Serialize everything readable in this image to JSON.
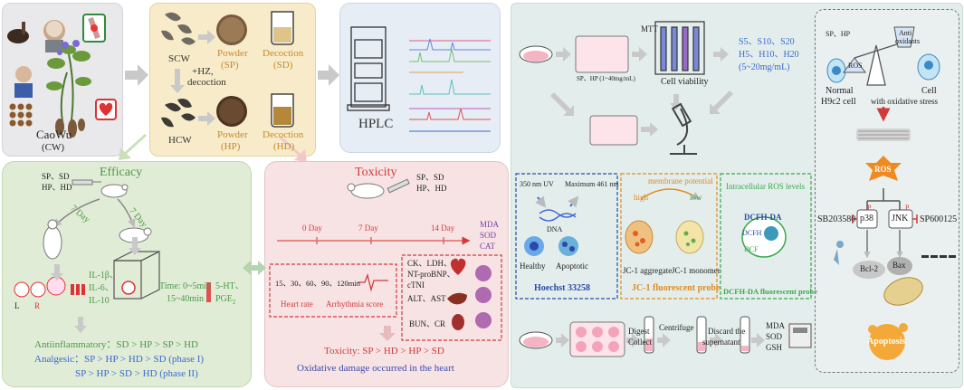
{
  "cw": {
    "name": "CaoWu",
    "abbr": "(CW)"
  },
  "processing": {
    "scw": "SCW",
    "hz_line1": "+HZ,",
    "hz_line2": "decoction",
    "hcw": "HCW",
    "powder_sp_1": "Powder",
    "powder_sp_2": "(SP)",
    "decoction_sd_1": "Decoction",
    "decoction_sd_2": "(SD)",
    "powder_hp_1": "Powder",
    "powder_hp_2": "(HP)",
    "decoction_hd_1": "Decoction",
    "decoction_hd_2": "(HD)"
  },
  "hplc": {
    "label": "HPLC"
  },
  "efficacy": {
    "title": "Efficacy",
    "dose_1": "SP、SD",
    "dose_2": "HP、HD",
    "day_left": "7 Day",
    "day_right": "7 Day",
    "paw_l": "L",
    "paw_r": "R",
    "il1": "IL-1β、",
    "il6": "IL-6、",
    "il10": "IL-10",
    "time_1": "Time: 0~5min",
    "time_2": "15~40min",
    "ht_1": "5-HT、",
    "ht_2": "PGE",
    "ht_sub": "2",
    "anti": "Antiinflammatory：SD > HP > SP > HD",
    "anal_1": "Analgesic：SP > HP > HD > SD (phase I)",
    "anal_2": "SP > HP > SD > HD (phase II)"
  },
  "toxicity": {
    "title": "Toxicity",
    "dose_1": "SP、SD",
    "dose_2": "HP、HD",
    "day0": "0 Day",
    "day7": "7 Day",
    "day14": "14 Day",
    "mda": "MDA",
    "sod": "SOD",
    "cat": "CAT",
    "times": "15、30、60、90、120min",
    "heart_rate": "Heart rate",
    "arrhythmia": "Arrhythmia score",
    "ck": "CK、LDH、",
    "ntprobnp": "NT-proBNP、",
    "ctni": "cTNI",
    "alt": "ALT、AST",
    "bun": "BUN、CR",
    "result": "Toxicity: SP > HD > HP > SD",
    "oxidative": "Oxidative damage occurred in the heart"
  },
  "cell": {
    "mtt": "MTT",
    "conc": "SP、HP (1~40mg/mL)",
    "viability": "Cell viability",
    "groups_1": "S5、S10、S20",
    "groups_2": "H5、H10、H20",
    "groups_3": "(5~20mg/mL)",
    "uv": "350 nm UV",
    "maximum": "Maximum 461 nm",
    "dna": "DNA",
    "healthy": "Healthy",
    "apoptotic": "Apoptotic",
    "hoechst": "Hoechst 33258",
    "membrane": "membrane potential",
    "high": "high",
    "low": "low",
    "jc1_agg": "JC-1 aggregate",
    "jc1_mono": "JC-1 monomer",
    "jc1_probe": "JC-1 fluorescent probe",
    "ros_levels": "Intracellular ROS levels",
    "dcfhda": "DCFH-DA",
    "dcfh": "DCFH",
    "dcf": "DCF",
    "dcfh_probe": "DCFH-DA fluorescent probe",
    "digest": "Digest",
    "collect": "Collect",
    "centrifuge": "Centrifuge",
    "discard_1": "Discard the",
    "discard_2": "supernatant",
    "b_mda": "MDA",
    "b_sod": "SOD",
    "b_gsh": "GSH"
  },
  "mechanism": {
    "sp_hp": "SP、HP",
    "ros_scale": "ROS",
    "anti_1": "Anti",
    "anti_2": "oxidants",
    "normal_1": "Normal",
    "normal_2": "H9c2 cell",
    "cell_1": "Cell",
    "cell_2": "with oxidative stress",
    "ros": "ROS",
    "sb": "SB203580",
    "p38": "p38",
    "jnk": "JNK",
    "sp600": "SP600125",
    "p_left": "P",
    "p_right": "P",
    "bcl2": "Bcl-2",
    "bax": "Bax",
    "apoptosis": "Apoptosis"
  },
  "colors": {
    "efficacy_green": "#4a9a4a",
    "toxicity_red": "#d23a3a",
    "hoechst_blue": "#2a4aa8",
    "jc1_orange": "#e08a20",
    "dcfh_green": "#3aa84a"
  }
}
